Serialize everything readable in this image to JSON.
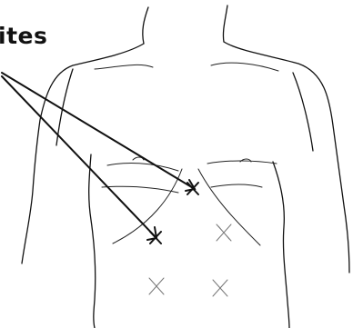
{
  "label": {
    "text": "ites"
  },
  "marks": {
    "solid_x": "dark-x-mark",
    "faint_x": "grey-x-mark"
  },
  "colors": {
    "ink": "#111111",
    "faint": "#777777",
    "background": "#ffffff"
  }
}
